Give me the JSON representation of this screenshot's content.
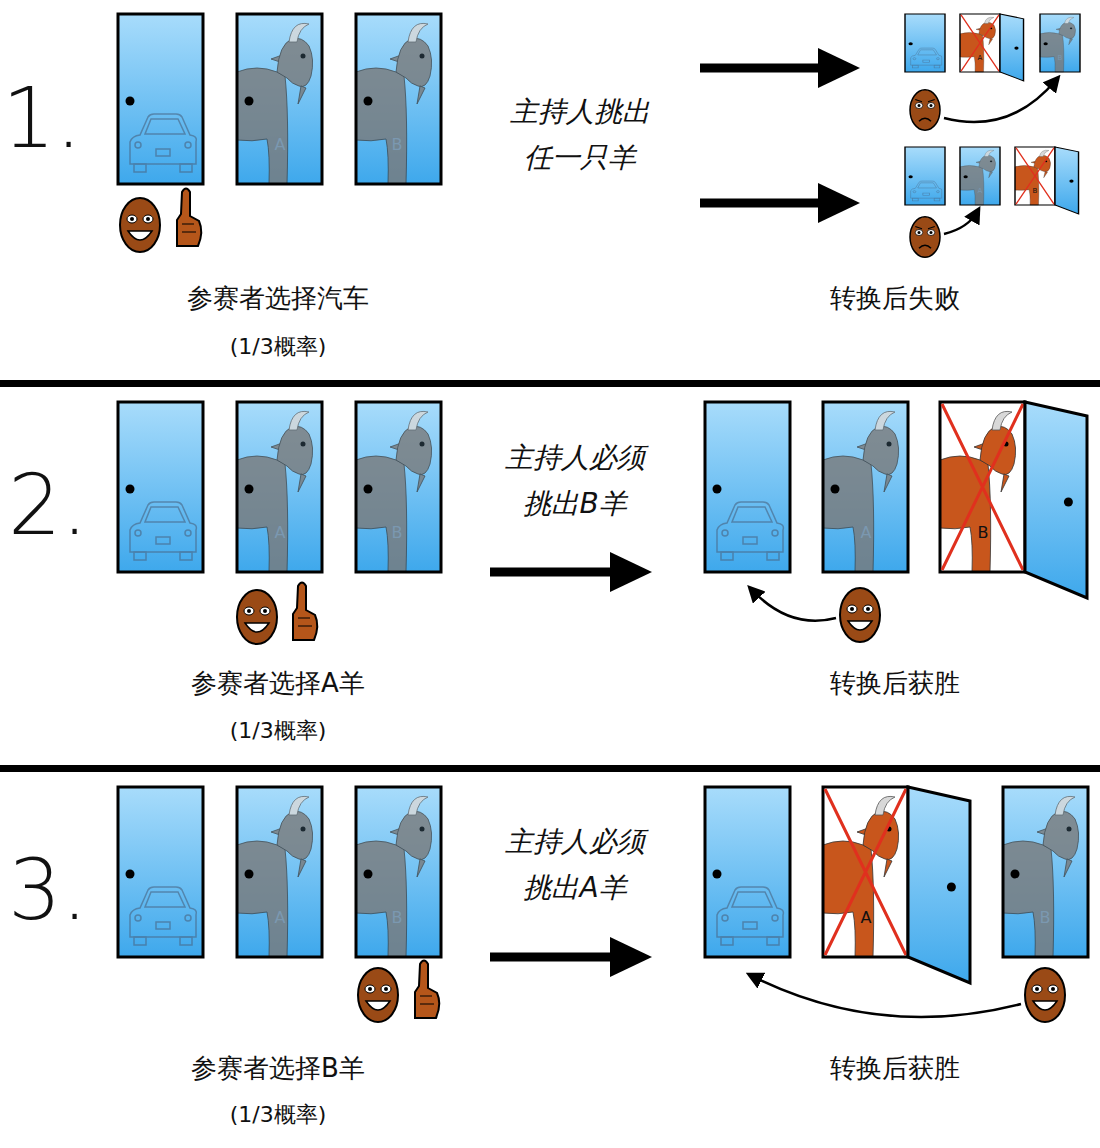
{
  "diagram": {
    "labels": [
      "1.",
      "A",
      "B",
      "主持人挑出 任一只羊",
      "A",
      "B",
      "A",
      "B",
      "参赛者选择汽车",
      "(1/3概率)",
      "转换后失败",
      "2.",
      "A",
      "B",
      "主持人必须 挑出B羊",
      "A",
      "B",
      "参赛者选择A羊",
      "(1/3概率)",
      "转换后获胜",
      "3.",
      "A",
      "B",
      "主持人必须 挑出A羊",
      "A",
      "B",
      "参赛者选择B羊",
      "(1/3概率)",
      "转换后获胜"
    ]
  }
}
